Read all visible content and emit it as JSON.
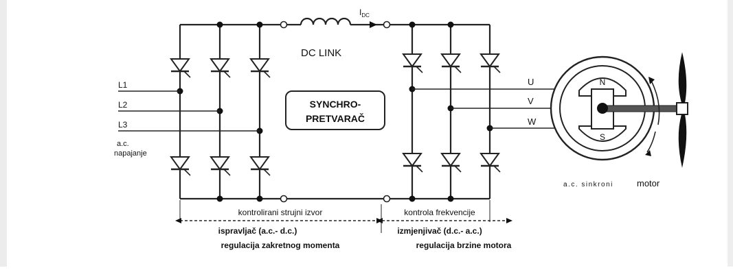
{
  "labels": {
    "dc_link": "DC LINK",
    "current": "I",
    "current_sub": "DC",
    "synchro_line1": "SYNCHRO-",
    "synchro_line2": "PRETVARAČ",
    "l1": "L1",
    "l2": "L2",
    "l3": "L3",
    "supply_line1": "a.c.",
    "supply_line2": "napajanje",
    "u": "U",
    "v": "V",
    "w": "W",
    "pole_n": "N",
    "pole_s": "S",
    "motor_caption": "a.c. sinkroni",
    "motor_word": "motor",
    "left_section": "kontrolirani strujni izvor",
    "right_section": "kontrola frekvencije",
    "left_function": "ispravljač (a.c.- d.c.)",
    "left_regulation": "regulacija zakretnog momenta",
    "right_function": "izmjenjivač (d.c.- a.c.)",
    "right_regulation": "regulacija brzine motora"
  }
}
